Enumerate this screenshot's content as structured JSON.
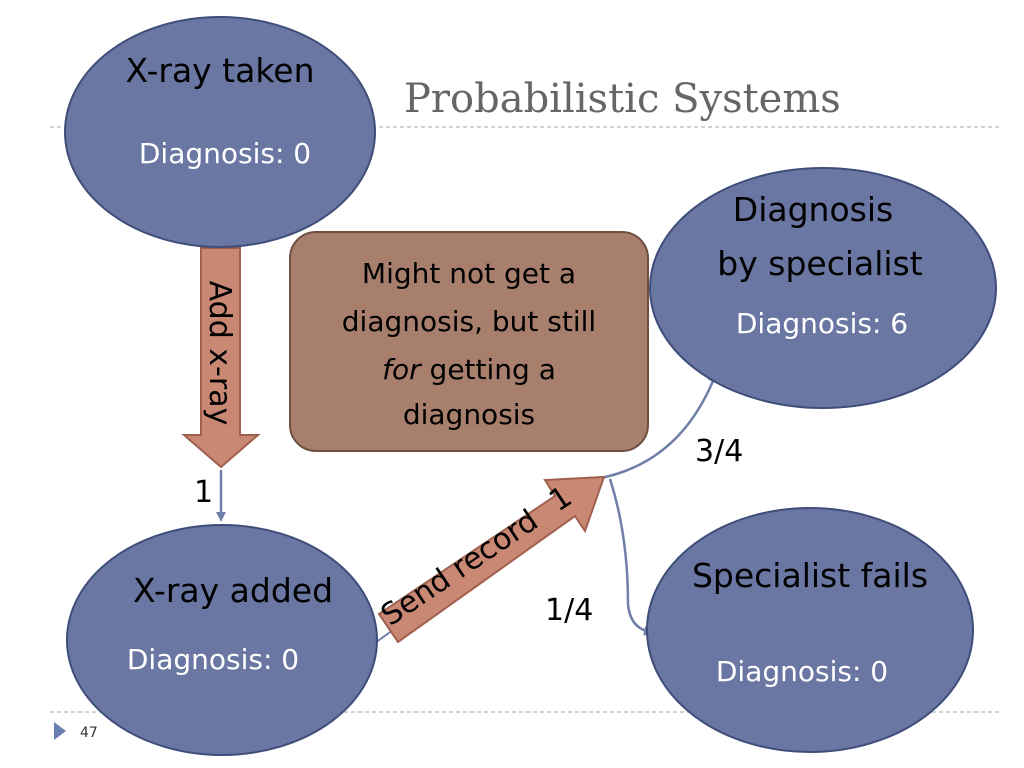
{
  "slide": {
    "title": "Probabilistic Systems",
    "page_number": "47"
  },
  "states": {
    "xray_taken": {
      "name": "X-ray taken",
      "diagnosis": "Diagnosis: 0"
    },
    "xray_added": {
      "name": "X-ray added",
      "diagnosis": "Diagnosis: 0"
    },
    "diagnosis_by_specialist": {
      "name_line1": "Diagnosis",
      "name_line2": "by specialist",
      "diagnosis": "Diagnosis: 6"
    },
    "specialist_fails": {
      "name": "Specialist fails",
      "diagnosis": "Diagnosis: 0"
    }
  },
  "actions": {
    "add_xray": "Add x-ray",
    "send_record": "Send record"
  },
  "probabilities": {
    "add_xray": "1",
    "send_record": "1",
    "success": "3/4",
    "failure": "1/4"
  },
  "note": {
    "line1": "Might not get a",
    "line2": "diagnosis, but still",
    "line3_italic": "for",
    "line3_rest": " getting a",
    "line4": "diagnosis"
  },
  "colors": {
    "state_fill": "#6b77a3",
    "state_stroke": "#3f4d7a",
    "action_fill": "#c98874",
    "action_stroke": "#a0604d",
    "note_fill": "#a77f6c",
    "note_stroke": "#6f4f40",
    "edge": "#6f7fa8",
    "title": "#666666",
    "divider": "#b9b9b9",
    "bullet": "#6a7eb1"
  }
}
